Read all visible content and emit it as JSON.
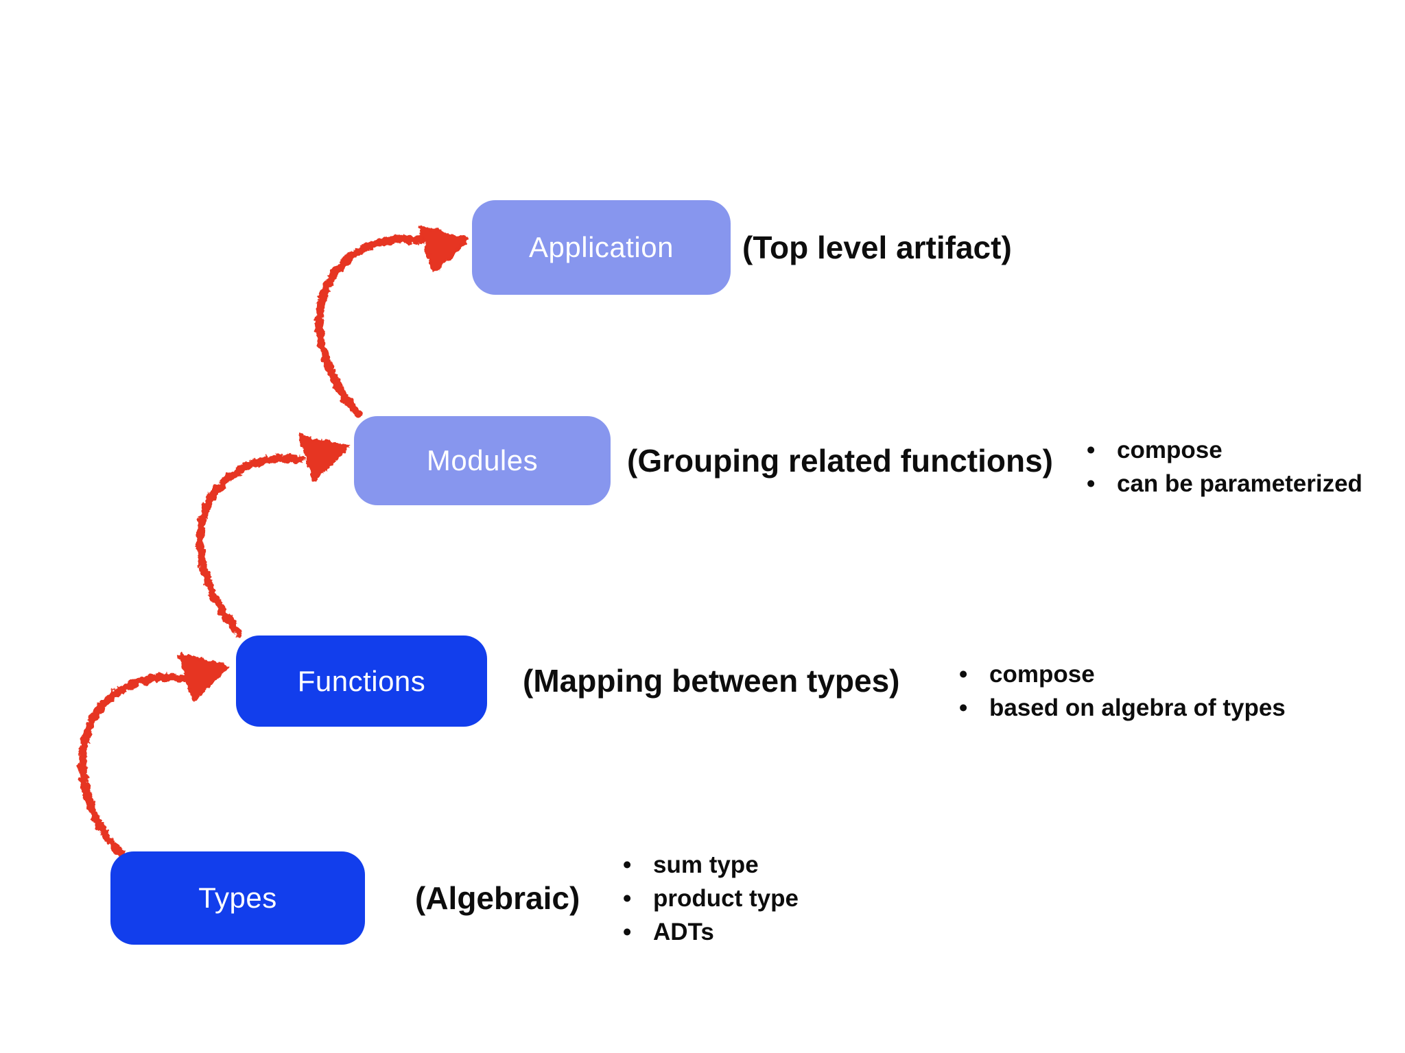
{
  "diagram": {
    "background": "#ffffff",
    "colors": {
      "box_dark": "#123eec",
      "box_light": "#8796ee",
      "arrow_red": "#e63422",
      "text_black": "#0d0d0d",
      "box_text": "#ffffff"
    },
    "nodes": [
      {
        "id": "application",
        "label": "Application",
        "variant": "light",
        "annotation": "(Top level artifact)",
        "bullets": []
      },
      {
        "id": "modules",
        "label": "Modules",
        "variant": "light",
        "annotation": "(Grouping related functions)",
        "bullets": [
          "compose",
          "can be parameterized"
        ]
      },
      {
        "id": "functions",
        "label": "Functions",
        "variant": "dark",
        "annotation": "(Mapping between types)",
        "bullets": [
          "compose",
          "based on algebra of types"
        ]
      },
      {
        "id": "types",
        "label": "Types",
        "variant": "dark",
        "annotation": "(Algebraic)",
        "bullets": [
          "sum type",
          "product type",
          "ADTs"
        ]
      }
    ],
    "edges": [
      {
        "from": "Types",
        "to": "Functions",
        "style": "red-crayon-arrow"
      },
      {
        "from": "Functions",
        "to": "Modules",
        "style": "red-crayon-arrow"
      },
      {
        "from": "Modules",
        "to": "Application",
        "style": "red-crayon-arrow"
      }
    ]
  }
}
